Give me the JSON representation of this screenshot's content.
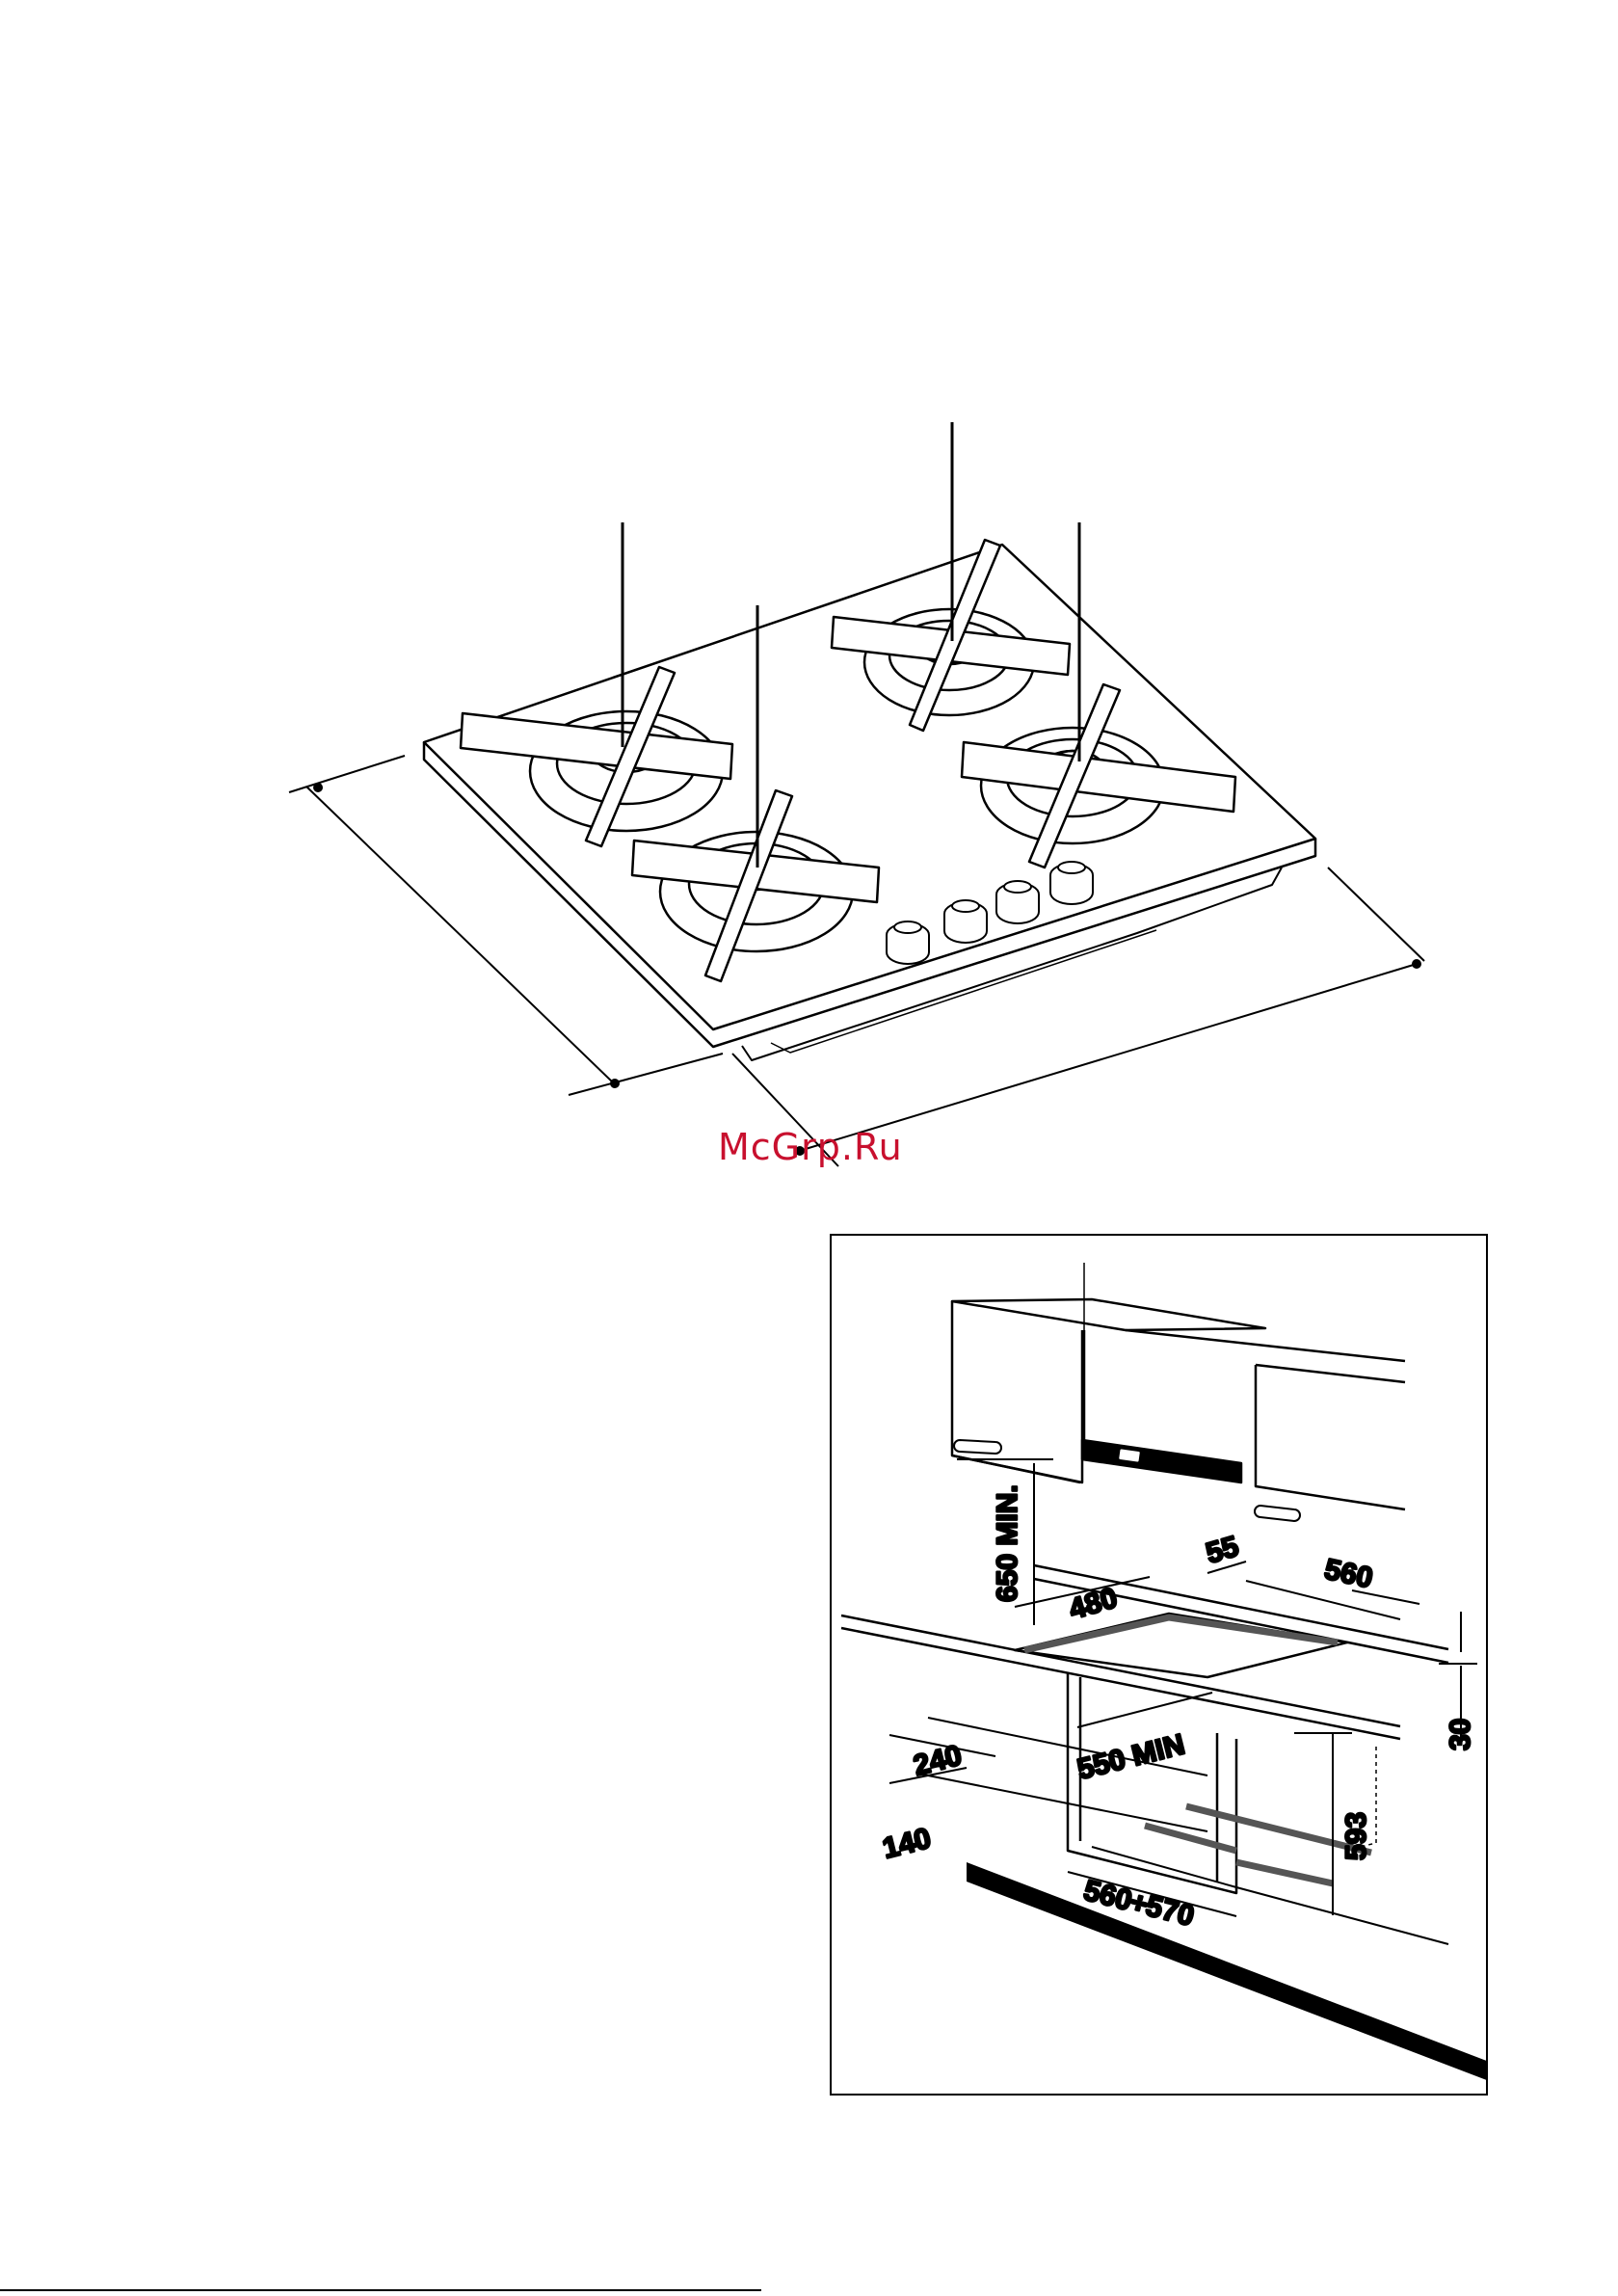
{
  "watermark": "McGrp.Ru",
  "installation": {
    "dimensions": {
      "clearance_above": "650 MIN.",
      "cutout_depth": "480",
      "back_offset": "55",
      "cutout_width": "560",
      "worktop_thickness": "30",
      "side_clearance_top": "240",
      "side_clearance_bottom": "140",
      "oven_depth_min": "550 MIN",
      "oven_height": "593",
      "oven_width": "560÷570"
    }
  },
  "colors": {
    "watermark": "#c8102e",
    "line": "#000000"
  }
}
